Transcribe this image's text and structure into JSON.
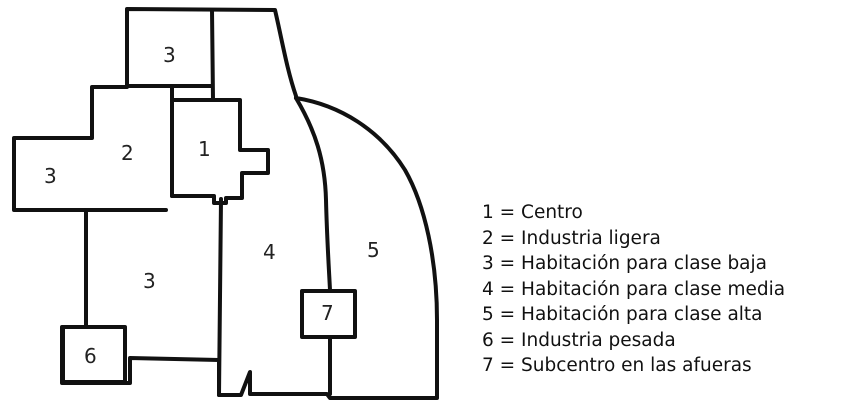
{
  "diagram": {
    "zones": [
      {
        "id": "zone-3-top",
        "label": "3"
      },
      {
        "id": "zone-2",
        "label": "2"
      },
      {
        "id": "zone-1",
        "label": "1"
      },
      {
        "id": "zone-3-left",
        "label": "3"
      },
      {
        "id": "zone-4",
        "label": "4"
      },
      {
        "id": "zone-5",
        "label": "5"
      },
      {
        "id": "zone-3-center",
        "label": "3"
      },
      {
        "id": "zone-7",
        "label": "7"
      },
      {
        "id": "zone-6",
        "label": "6"
      }
    ],
    "stroke_color": "#111111"
  },
  "legend": {
    "items": [
      "1 = Centro",
      "2 = Industria ligera",
      "3 = Habitación para clase baja",
      "4 = Habitación para clase media",
      "5 = Habitación para clase alta",
      "6 = Industria pesada",
      "7 = Subcentro en las afueras"
    ]
  }
}
